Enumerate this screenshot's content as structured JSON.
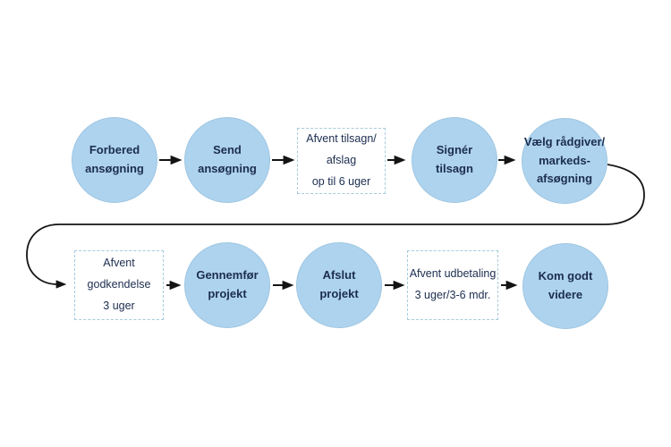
{
  "diagram": {
    "kind": "process-flowchart",
    "language": "da"
  },
  "colors": {
    "background": "#ffffff",
    "circle_fill": "#aed3ee",
    "circle_edge": "#9ec6e2",
    "text": "#1c2d4f",
    "dashed_border": "#a6cbdc",
    "arrow": "#141414"
  },
  "nodes": [
    {
      "id": "forbered-ansoegning",
      "type": "circle",
      "label": "Forbered\nansøgning"
    },
    {
      "id": "send-ansoegning",
      "type": "circle",
      "label": "Send\nansøgning"
    },
    {
      "id": "afvent-tilsagn",
      "type": "wait-box",
      "label": "Afvent tilsagn/\nafslag\nop til 6 uger"
    },
    {
      "id": "signer-tilsagn",
      "type": "circle",
      "label": "Signér\ntilsagn"
    },
    {
      "id": "vaelg-raadgiver",
      "type": "circle",
      "label": "Vælg rådgiver/\nmarkeds-\nafsøgning"
    },
    {
      "id": "afvent-godkendelse",
      "type": "wait-box",
      "label": "Afvent godkendelse\n3 uger"
    },
    {
      "id": "gennemfoer-projekt",
      "type": "circle",
      "label": "Gennemfør\nprojekt"
    },
    {
      "id": "afslut-projekt",
      "type": "circle",
      "label": "Afslut\nprojekt"
    },
    {
      "id": "afvent-udbetaling",
      "type": "wait-box",
      "label": "Afvent udbetaling\n3 uger/3-6 mdr."
    },
    {
      "id": "kom-godt-videre",
      "type": "circle",
      "label": "Kom godt\nvidere"
    }
  ]
}
